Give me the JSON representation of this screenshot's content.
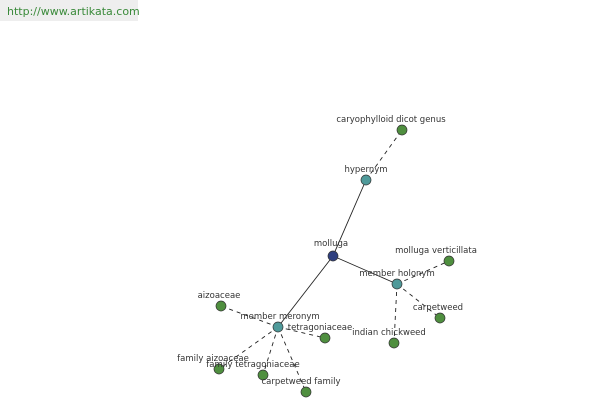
{
  "header": {
    "url": "http://www.artikata.com"
  },
  "colors": {
    "center": "#2f3f7f",
    "relation": "#4f9a9a",
    "leaf": "#4f8f3f",
    "edge": "#222222"
  },
  "graph": {
    "center": {
      "label": "molluga"
    },
    "relations": [
      {
        "id": "hypernym",
        "label": "hypernym"
      },
      {
        "id": "holonym",
        "label": "member holonym"
      },
      {
        "id": "meronym",
        "label": "member meronym"
      }
    ],
    "leaves": [
      {
        "label": "caryophylloid dicot genus",
        "parent": "hypernym"
      },
      {
        "label": "molluga verticillata",
        "parent": "holonym"
      },
      {
        "label": "carpetweed",
        "parent": "holonym"
      },
      {
        "label": "indian chickweed",
        "parent": "holonym"
      },
      {
        "label": "aizoaceae",
        "parent": "meronym"
      },
      {
        "label": "tetragoniaceae",
        "parent": "meronym"
      },
      {
        "label": "family aizoaceae",
        "parent": "meronym"
      },
      {
        "label": "family tetragoniaceae",
        "parent": "meronym"
      },
      {
        "label": "carpetweed family",
        "parent": "meronym"
      }
    ]
  }
}
